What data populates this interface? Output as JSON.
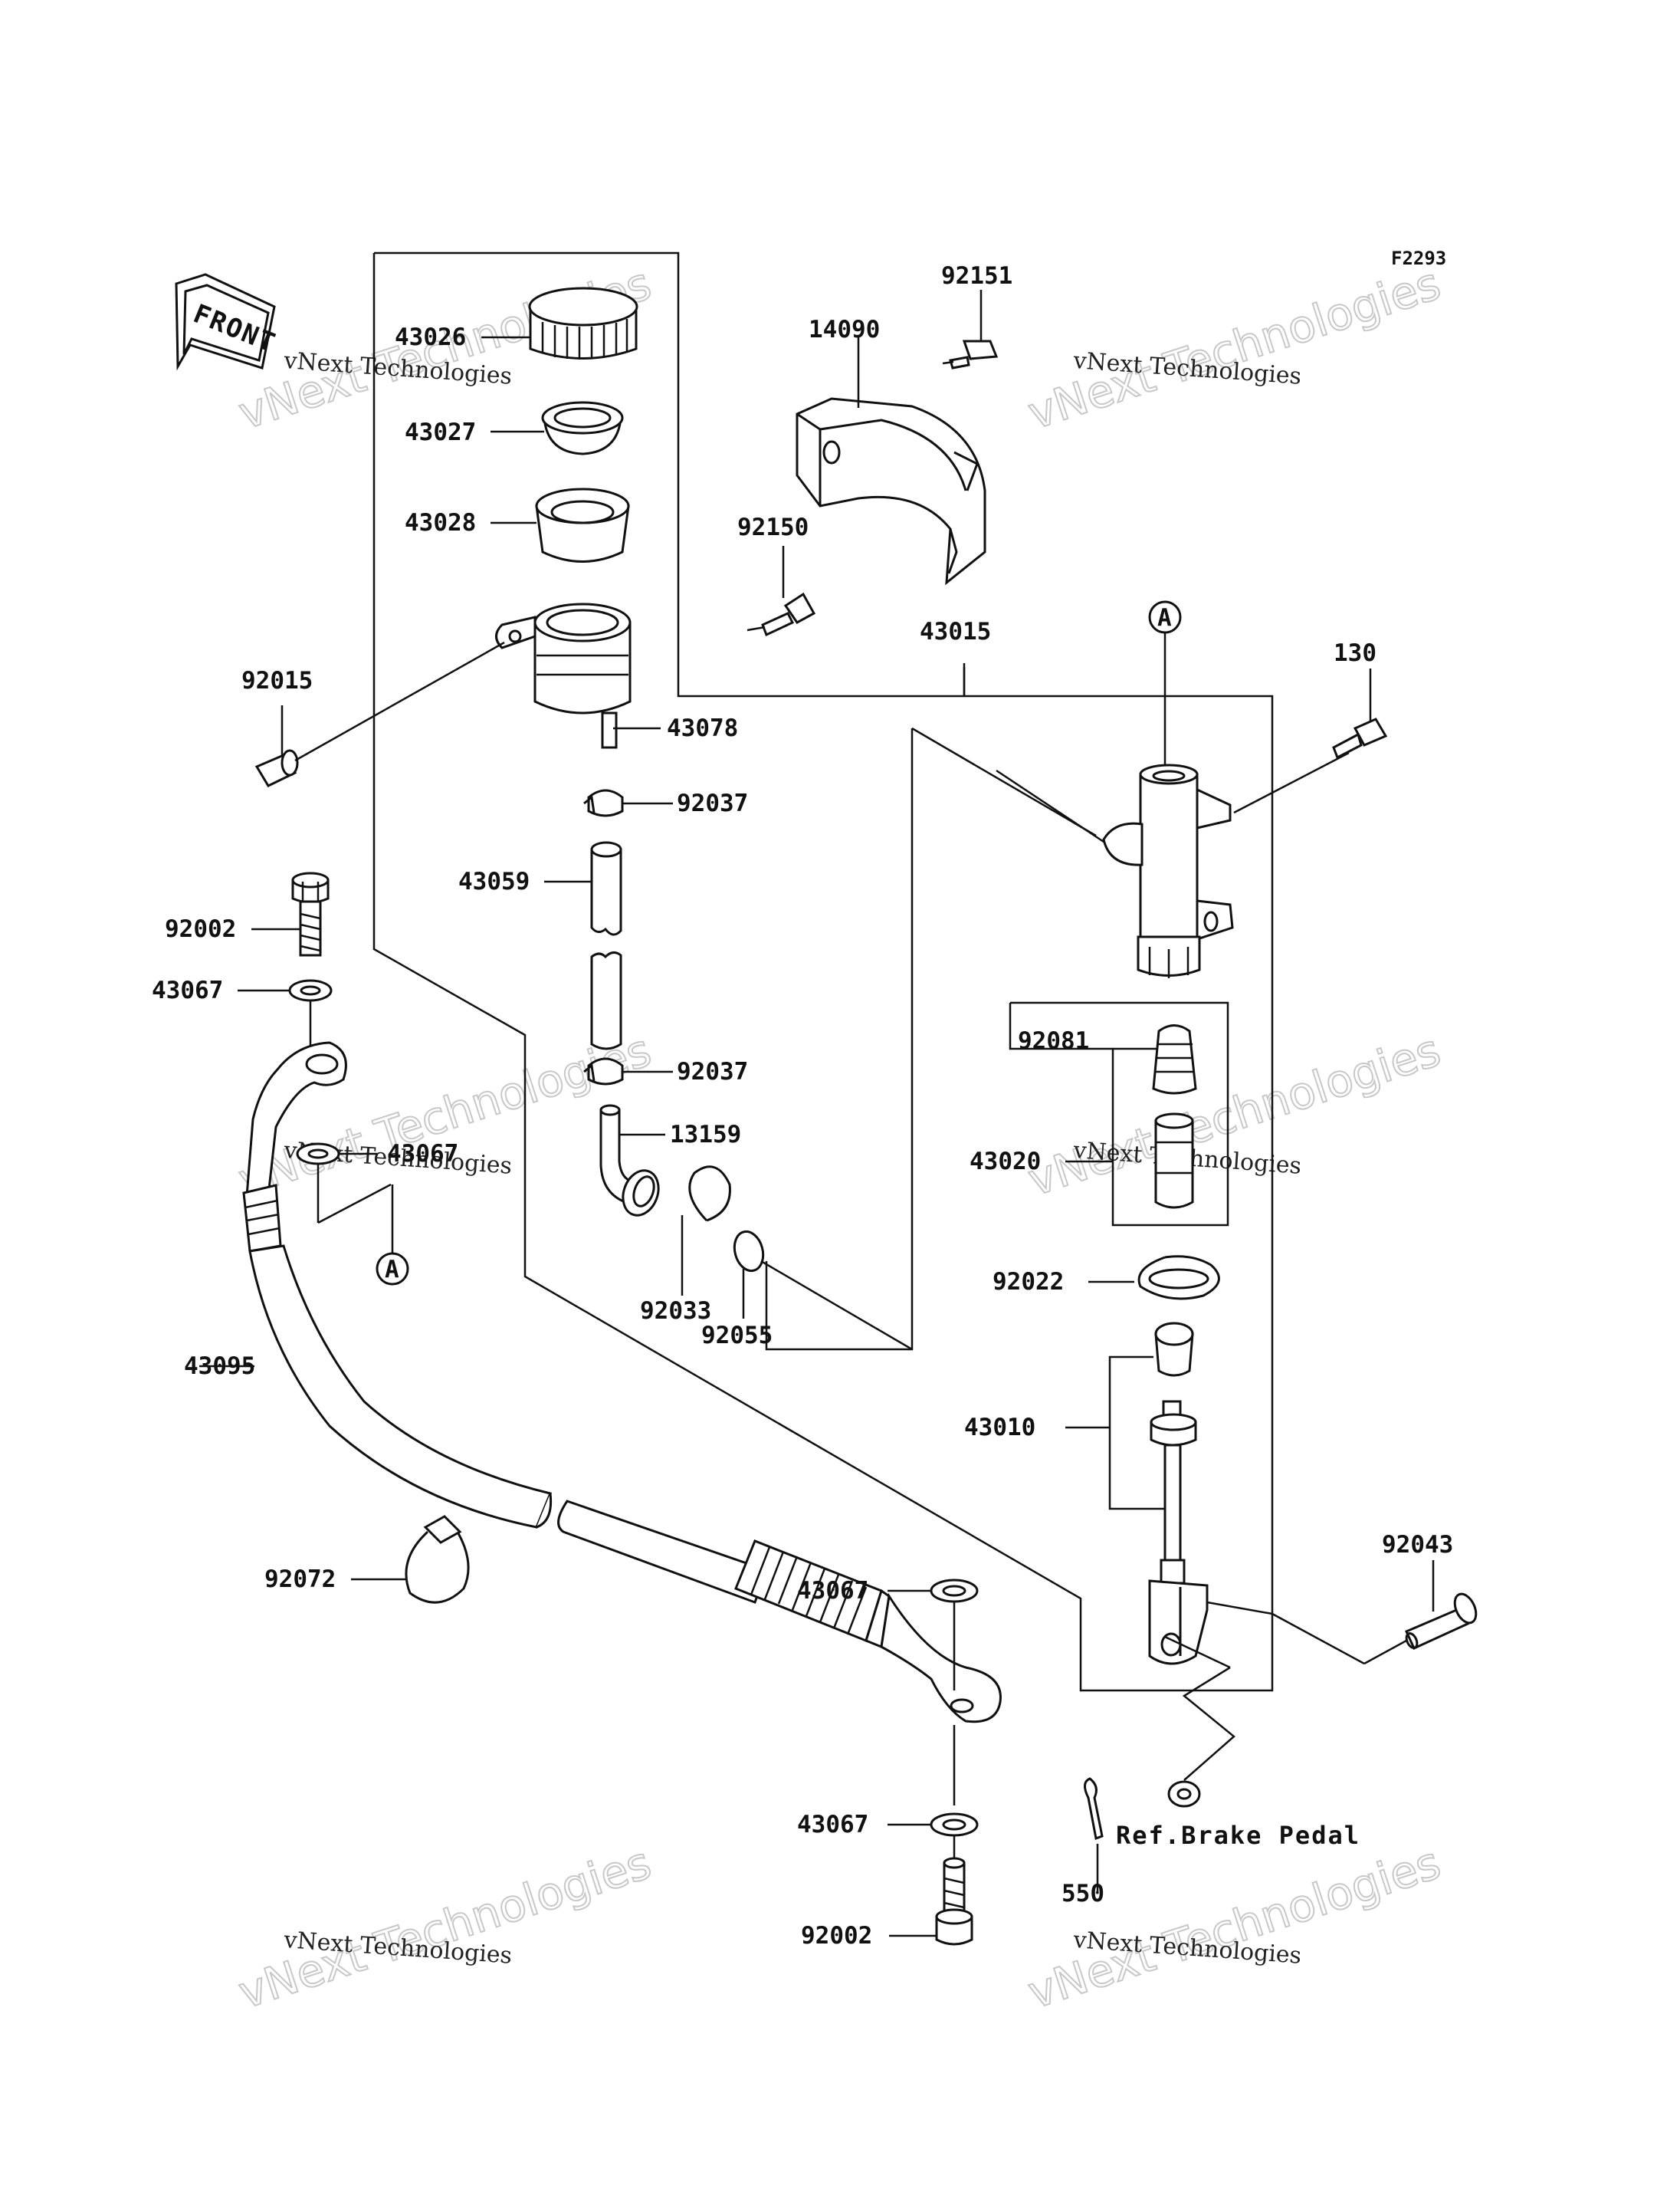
{
  "figure_code": "F2293",
  "front_arrow_label": "FRONT",
  "reference_note": "Ref.Brake Pedal",
  "callout_letter": "A",
  "watermark": {
    "line1": "vNext Technologies",
    "line2": "vNext Technologies"
  },
  "part_numbers": {
    "p43026": "43026",
    "p43027": "43027",
    "p43028": "43028",
    "p92015": "92015",
    "p43078": "43078",
    "p92037_a": "92037",
    "p43059": "43059",
    "p92037_b": "92037",
    "p13159": "13159",
    "p92033": "92033",
    "p92055": "92055",
    "p92002_a": "92002",
    "p43067_a": "43067",
    "p43067_b": "43067",
    "p43095": "43095",
    "p92072": "92072",
    "p43067_c": "43067",
    "p43067_d": "43067",
    "p92002_b": "92002",
    "p92151": "92151",
    "p14090": "14090",
    "p92150": "92150",
    "p43015": "43015",
    "p130": "130",
    "p92081": "92081",
    "p43020": "43020",
    "p92022": "92022",
    "p43010": "43010",
    "p92043": "92043",
    "p550": "550"
  }
}
